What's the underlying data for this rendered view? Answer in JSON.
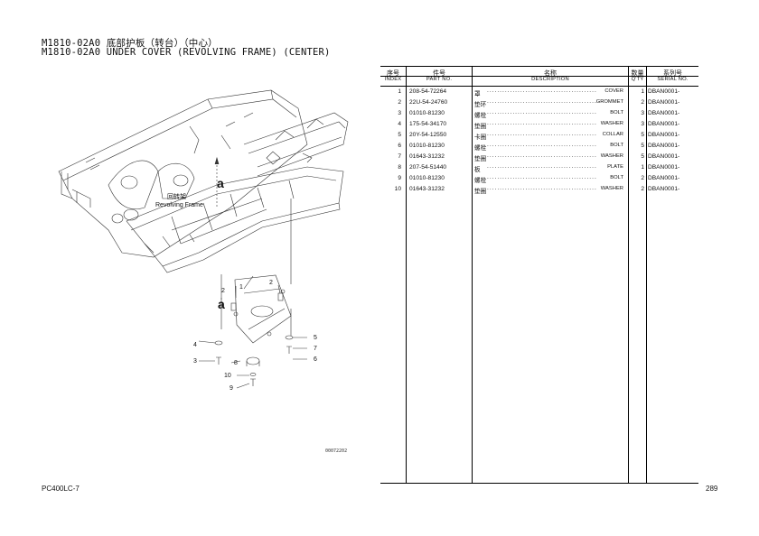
{
  "header": {
    "title_cn": "M1810-02A0 底部护板（转台）（中心）",
    "title_en": "M1810-02A0 UNDER COVER (REVOLVING FRAME) (CENTER)"
  },
  "drawing": {
    "frame_label_cn": "回转架",
    "frame_label_en": "Revolving Frame",
    "view_letter": "a",
    "drawing_code": "00072202",
    "callouts": [
      "1",
      "2",
      "2",
      "3",
      "4",
      "5",
      "6",
      "7",
      "8",
      "9",
      "10"
    ]
  },
  "table": {
    "headers": {
      "index_cn": "序号",
      "index_en": "INDEX",
      "part_cn": "件号",
      "part_en": "PART NO.",
      "desc_cn": "名称",
      "desc_en": "DESCRIPTION",
      "qty_cn": "数量",
      "qty_en": "Q'TY",
      "serial_cn": "系列号",
      "serial_en": "SERIAL NO."
    },
    "rows": [
      {
        "index": "1",
        "part": "208-54-72264",
        "desc_cn": "罩",
        "desc_en": "COVER",
        "qty": "1",
        "serial": "DBAN0001-"
      },
      {
        "index": "2",
        "part": "22U-54-24760",
        "desc_cn": "垫环",
        "desc_en": "GROMMET",
        "qty": "2",
        "serial": "DBAN0001-"
      },
      {
        "index": "3",
        "part": "01010-81230",
        "desc_cn": "螺栓",
        "desc_en": "BOLT",
        "qty": "3",
        "serial": "DBAN0001-"
      },
      {
        "index": "4",
        "part": "175-54-34170",
        "desc_cn": "垫圈",
        "desc_en": "WASHER",
        "qty": "3",
        "serial": "DBAN0001-"
      },
      {
        "index": "5",
        "part": "20Y-54-12550",
        "desc_cn": "卡圈",
        "desc_en": "COLLAR",
        "qty": "5",
        "serial": "DBAN0001-"
      },
      {
        "index": "6",
        "part": "01010-81230",
        "desc_cn": "螺栓",
        "desc_en": "BOLT",
        "qty": "5",
        "serial": "DBAN0001-"
      },
      {
        "index": "7",
        "part": "01643-31232",
        "desc_cn": "垫圈",
        "desc_en": "WASHER",
        "qty": "5",
        "serial": "DBAN0001-"
      },
      {
        "index": "8",
        "part": "207-54-51440",
        "desc_cn": "板",
        "desc_en": "PLATE",
        "qty": "1",
        "serial": "DBAN0001-"
      },
      {
        "index": "9",
        "part": "01010-81230",
        "desc_cn": "螺栓",
        "desc_en": "BOLT",
        "qty": "2",
        "serial": "DBAN0001-"
      },
      {
        "index": "10",
        "part": "01643-31232",
        "desc_cn": "垫圈",
        "desc_en": "WASHER",
        "qty": "2",
        "serial": "DBAN0001-"
      }
    ]
  },
  "footer": {
    "model": "PC400LC-7",
    "page": "289"
  }
}
